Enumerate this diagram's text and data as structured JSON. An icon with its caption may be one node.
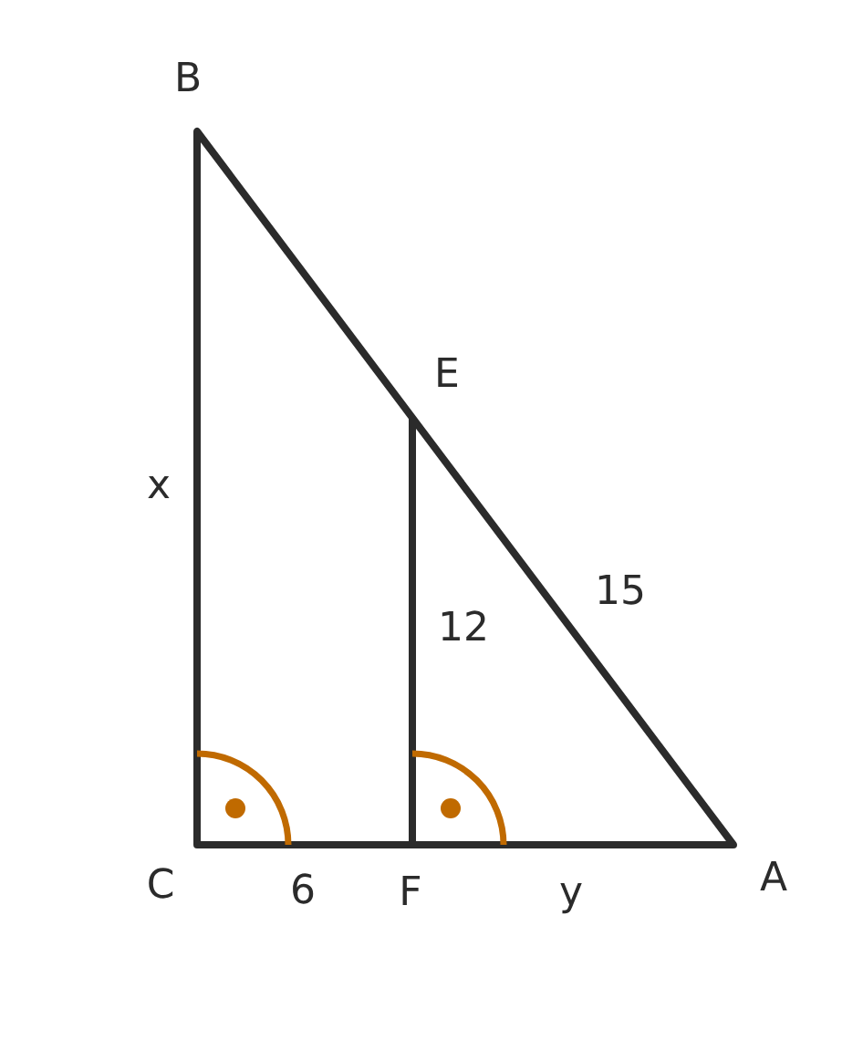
{
  "diagram": {
    "labels": [
      "B",
      "E",
      "x",
      "15",
      "12",
      "C",
      "6",
      "F",
      "y",
      "A"
    ]
  }
}
